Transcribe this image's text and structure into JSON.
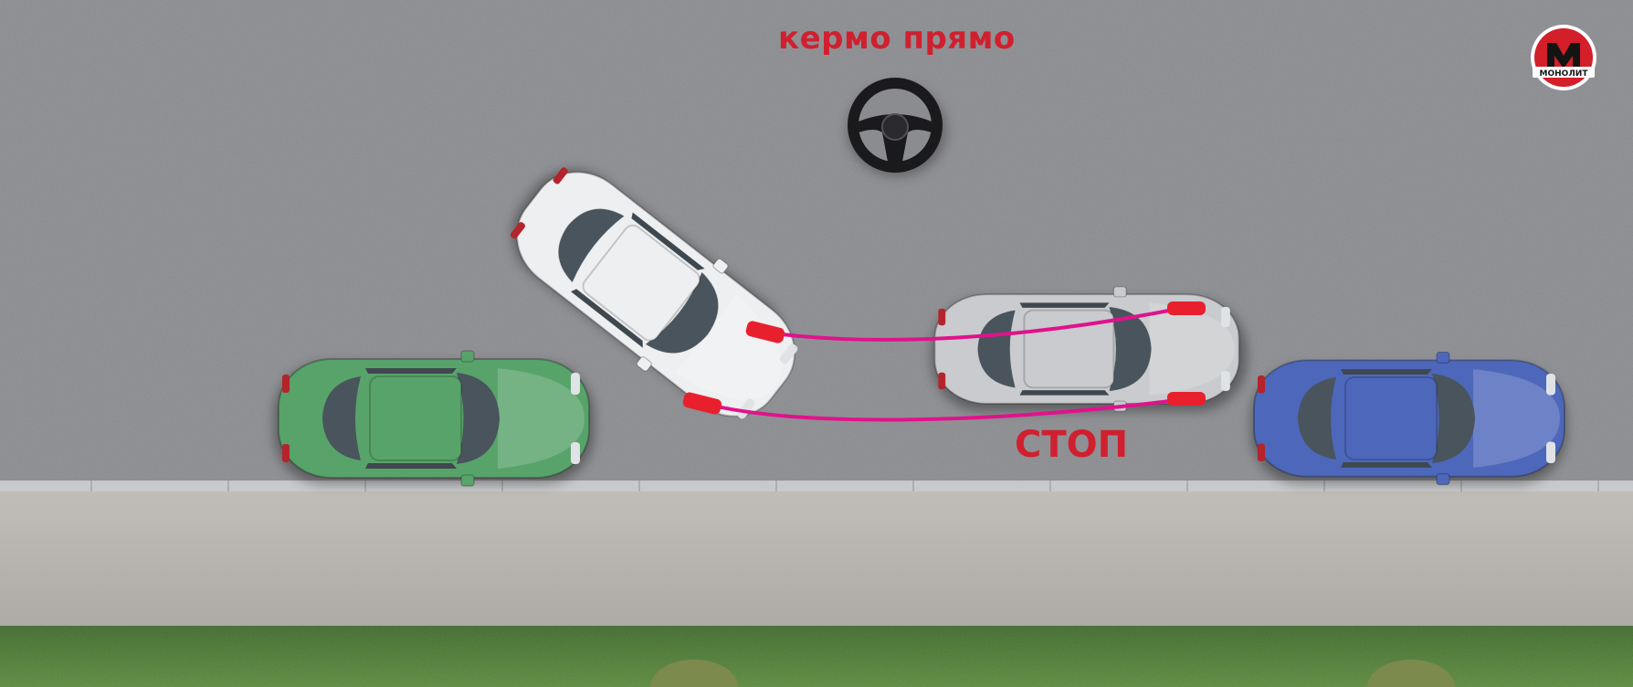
{
  "labels": {
    "steering_instruction": "кермо прямо",
    "stop_instruction": "СТОП"
  },
  "logo": {
    "icon": "brand-logo-icon",
    "letter": "M",
    "text": "МОНОЛИТ"
  },
  "icons": {
    "steering_wheel": "steering-wheel-icon"
  },
  "cars": [
    {
      "name": "green-parked-car",
      "color": "#58a36a"
    },
    {
      "name": "white-reversing-car",
      "color": "#eeeff1"
    },
    {
      "name": "silver-final-position-car",
      "color": "#c9cbce"
    },
    {
      "name": "blue-parked-car",
      "color": "#4d67bb"
    }
  ],
  "colors": {
    "label_red": "#d0202f",
    "trajectory_magenta": "#e0128c",
    "wheel_marker_red": "#e8202d",
    "road": "#8b8c90",
    "sidewalk": "#b5b2ad",
    "curb": "#c8c9cb",
    "grass": "#4f7a35"
  }
}
